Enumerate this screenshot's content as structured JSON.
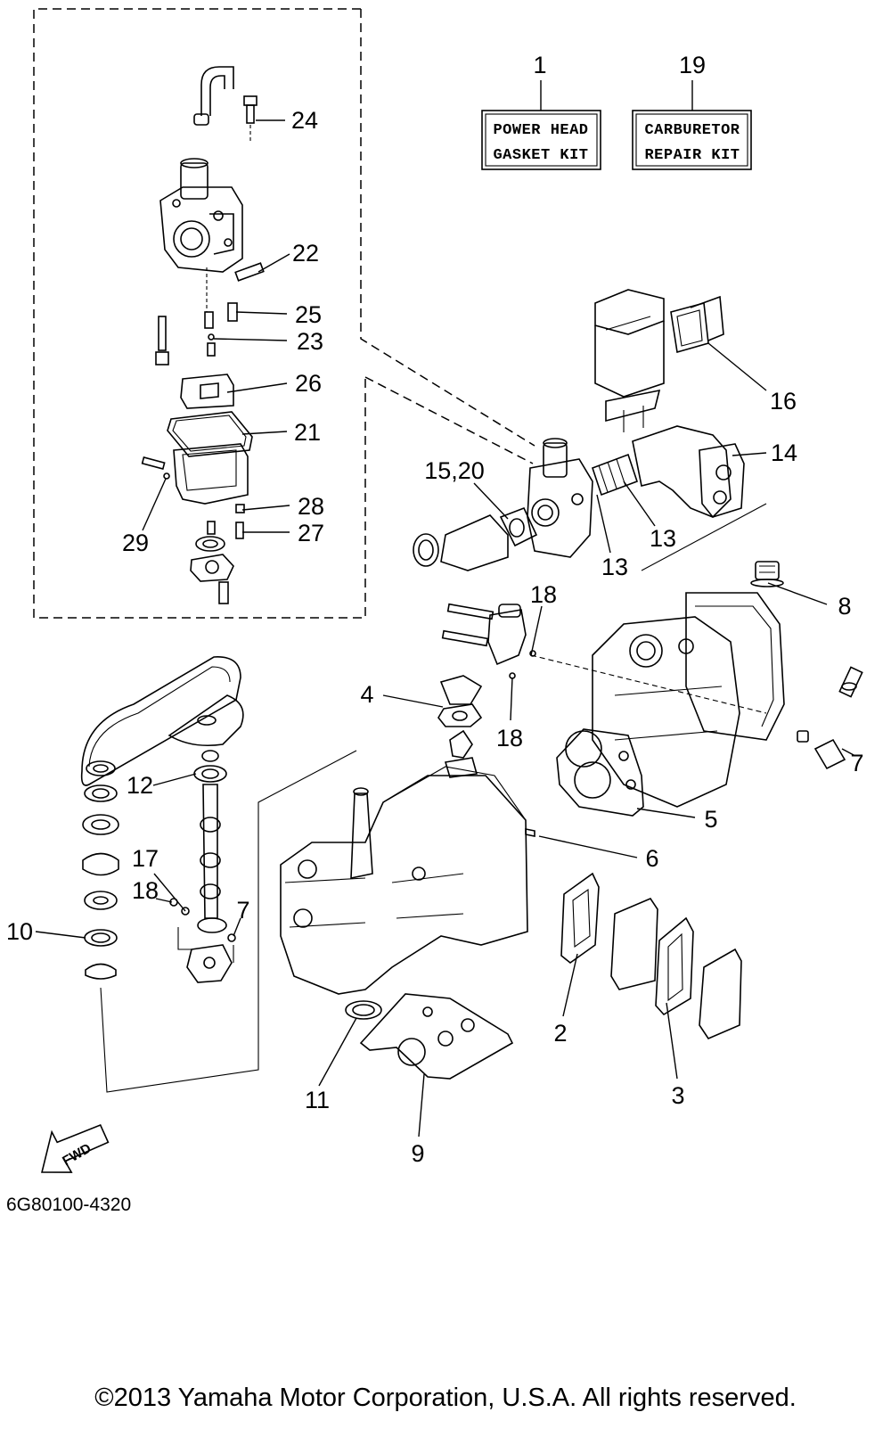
{
  "kits": [
    {
      "ref": "1",
      "line1": "POWER HEAD",
      "line2": "GASKET KIT"
    },
    {
      "ref": "19",
      "line1": "CARBURETOR",
      "line2": "REPAIR KIT"
    }
  ],
  "callouts": [
    "24",
    "22",
    "25",
    "23",
    "26",
    "21",
    "28",
    "27",
    "29",
    "16",
    "14",
    "15,20",
    "13",
    "13",
    "8",
    "18",
    "4",
    "18",
    "7",
    "12",
    "5",
    "6",
    "17",
    "18",
    "7",
    "10",
    "2",
    "3",
    "11",
    "9"
  ],
  "fwd_label": "FWD",
  "diagram_code": "6G80100-4320",
  "copyright": "©2013 Yamaha Motor Corporation, U.S.A. All rights reserved."
}
